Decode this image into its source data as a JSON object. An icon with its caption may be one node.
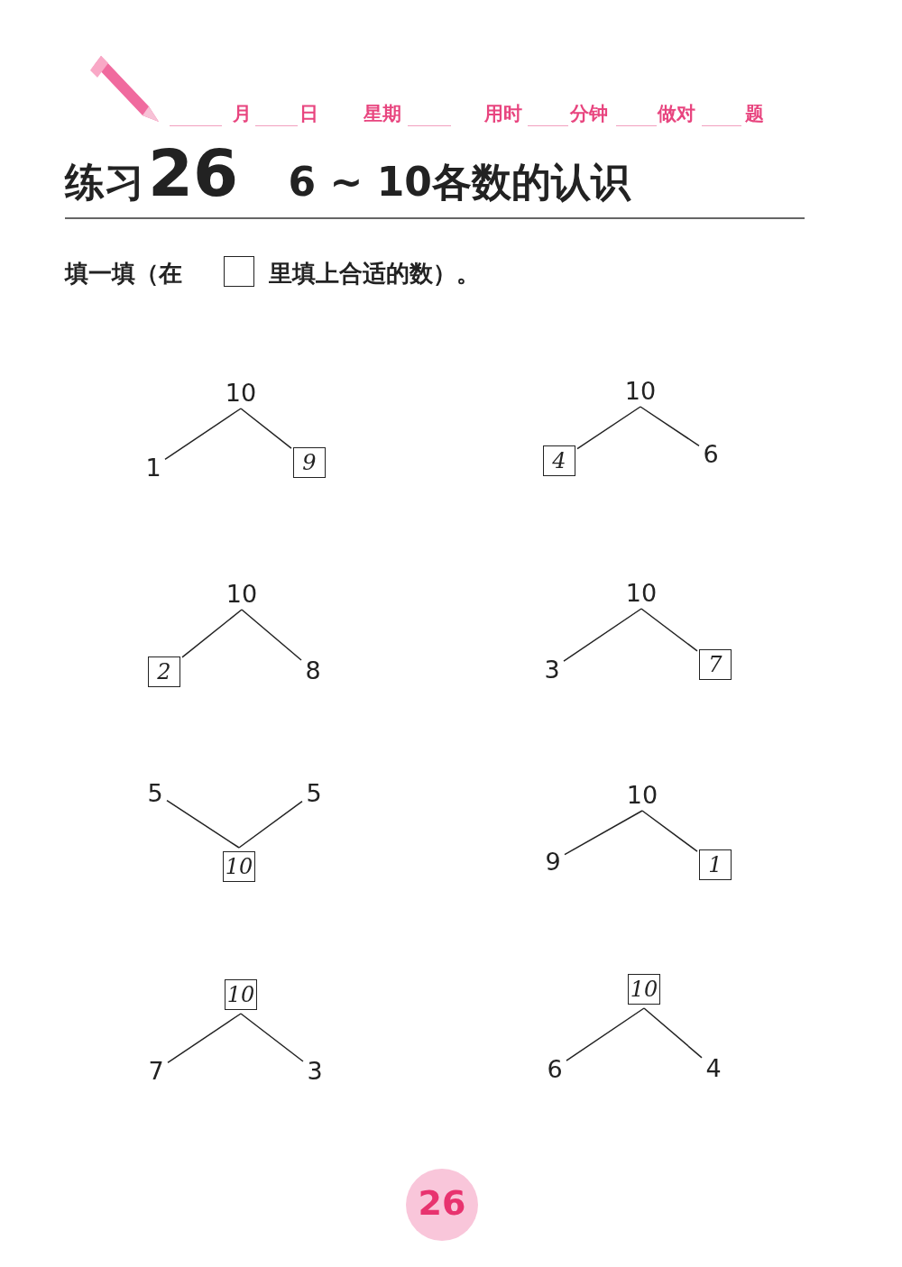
{
  "diagram": {
    "title": "练习**26** 6 ~ 10各数的认识",
    "nodes": [
      {
        "text": [
          "10"
        ]
      },
      {
        "text": [
          "1"
        ]
      },
      {
        "text": [
          "9"
        ]
      },
      {
        "text": [
          "10"
        ]
      },
      {
        "text": [
          "4"
        ]
      },
      {
        "text": [
          "6"
        ]
      },
      {
        "text": [
          "10"
        ]
      },
      {
        "text": [
          "2"
        ]
      },
      {
        "text": [
          "8"
        ]
      },
      {
        "text": [
          "10"
        ]
      },
      {
        "text": [
          "3"
        ]
      },
      {
        "text": [
          "7"
        ]
      },
      {
        "text": [
          "5"
        ]
      },
      {
        "text": [
          "5"
        ]
      },
      {
        "text": [
          "10"
        ]
      },
      {
        "text": [
          "10"
        ]
      },
      {
        "text": [
          "9"
        ]
      },
      {
        "text": [
          "1"
        ]
      },
      {
        "text": [
          "10"
        ]
      },
      {
        "text": [
          "7"
        ]
      },
      {
        "text": [
          "3"
        ]
      },
      {
        "text": [
          "10"
        ]
      },
      {
        "text": [
          "6"
        ]
      },
      {
        "text": [
          "4"
        ]
      }
    ],
    "edges": [
      {
        "from": 0,
        "to": 1,
        "arrow": "none"
      },
      {
        "from": 0,
        "to": 2,
        "arrow": "none"
      },
      {
        "from": 3,
        "to": 4,
        "arrow": "none"
      },
      {
        "from": 3,
        "to": 5,
        "arrow": "none"
      },
      {
        "from": 6,
        "to": 7,
        "arrow": "none"
      },
      {
        "from": 6,
        "to": 8,
        "arrow": "none"
      },
      {
        "from": 9,
        "to": 10,
        "arrow": "none"
      },
      {
        "from": 9,
        "to": 11,
        "arrow": "none"
      },
      {
        "from": 14,
        "to": 12,
        "arrow": "none"
      },
      {
        "from": 14,
        "to": 13,
        "arrow": "none"
      },
      {
        "from": 15,
        "to": 16,
        "arrow": "none"
      },
      {
        "from": 15,
        "to": 17,
        "arrow": "none"
      },
      {
        "from": 18,
        "to": 19,
        "arrow": "none"
      },
      {
        "from": 18,
        "to": 20,
        "arrow": "none"
      },
      {
        "from": 21,
        "to": 22,
        "arrow": "none"
      },
      {
        "from": 21,
        "to": 23,
        "arrow": "none"
      }
    ],
    "labels": [
      "月",
      "日",
      "星期",
      "用时",
      "分钟",
      "做对",
      "题",
      "填一填（在",
      "里填上合适的数）。",
      "26"
    ]
  }
}
